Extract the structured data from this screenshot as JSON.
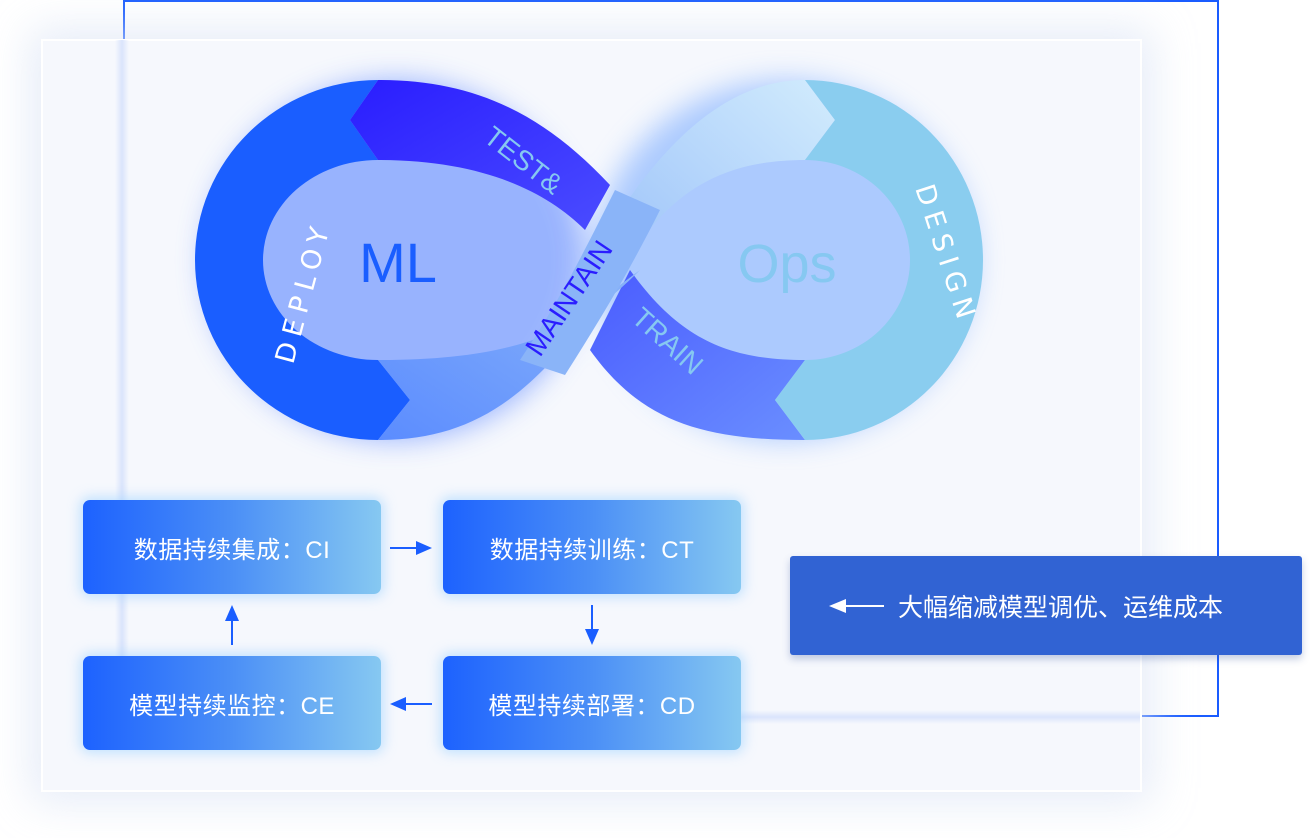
{
  "diagram": {
    "left_label": "ML",
    "right_label": "Ops",
    "segments": {
      "deploy": "DEPLOY",
      "test": "TEST&",
      "maintain": "MAINTAIN",
      "train": "TRAIN",
      "design": "DESIGN"
    }
  },
  "flow": {
    "ci": "数据持续集成：CI",
    "ct": "数据持续训练：CT",
    "cd": "模型持续部署：CD",
    "ce": "模型持续监控：CE"
  },
  "banner": {
    "text": "大幅缩减模型调优、运维成本"
  },
  "colors": {
    "deploy": "#1a5eff",
    "test": "#2b20ff",
    "maintain": "#8ab4f8",
    "train": "#4a66ff",
    "design": "#8acdef",
    "frame": "#1a5cff",
    "banner": "#3163d3"
  }
}
